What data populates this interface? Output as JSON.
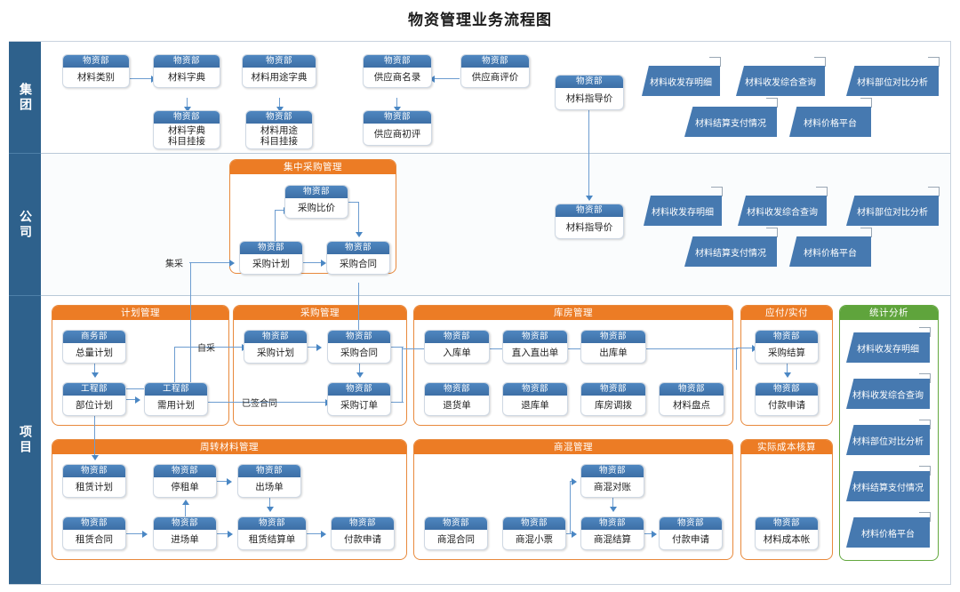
{
  "title": "物资管理业务流程图",
  "lanes": [
    {
      "label": "集团"
    },
    {
      "label": "公司"
    },
    {
      "label": "项目"
    }
  ],
  "dept": {
    "wuzi": "物资部",
    "shangwu": "商务部",
    "gongcheng": "工程部"
  },
  "group_lane": {
    "nodes": [
      {
        "dept": "物资部",
        "name": "材料类别"
      },
      {
        "dept": "物资部",
        "name": "材料字典"
      },
      {
        "dept": "物资部",
        "name": "材料用途字典"
      },
      {
        "dept": "物资部",
        "name": "供应商名录"
      },
      {
        "dept": "物资部",
        "name": "供应商评价"
      },
      {
        "dept": "物资部",
        "name": "材料指导价"
      },
      {
        "dept": "物资部",
        "name_l1": "材料字典",
        "name_l2": "科目挂接"
      },
      {
        "dept": "物资部",
        "name_l1": "材料用途",
        "name_l2": "科目挂接"
      },
      {
        "dept": "物资部",
        "name": "供应商初评"
      }
    ],
    "reports": [
      "材料收发存明细",
      "材料收发综合查询",
      "材料部位对比分析",
      "材料结算支付情况",
      "材料价格平台"
    ]
  },
  "company_lane": {
    "panel": {
      "title": "集中采购管理"
    },
    "nodes": [
      {
        "dept": "物资部",
        "name": "采购比价"
      },
      {
        "dept": "物资部",
        "name": "采购计划"
      },
      {
        "dept": "物资部",
        "name": "采购合同"
      },
      {
        "dept": "物资部",
        "name": "材料指导价"
      }
    ],
    "edge_labels": [
      "集采"
    ],
    "reports": [
      "材料收发存明细",
      "材料收发综合查询",
      "材料部位对比分析",
      "材料结算支付情况",
      "材料价格平台"
    ]
  },
  "project_lane": {
    "panels": [
      {
        "title": "计划管理",
        "nodes": [
          {
            "dept": "商务部",
            "name": "总量计划"
          },
          {
            "dept": "工程部",
            "name": "部位计划"
          },
          {
            "dept": "工程部",
            "name": "需用计划"
          }
        ]
      },
      {
        "title": "采购管理",
        "nodes": [
          {
            "dept": "物资部",
            "name": "采购计划"
          },
          {
            "dept": "物资部",
            "name": "采购合同"
          },
          {
            "dept": "物资部",
            "name": "采购订单"
          }
        ]
      },
      {
        "title": "库房管理",
        "nodes": [
          {
            "dept": "物资部",
            "name": "入库单"
          },
          {
            "dept": "物资部",
            "name": "直入直出单"
          },
          {
            "dept": "物资部",
            "name": "出库单"
          },
          {
            "dept": "物资部",
            "name": "退货单"
          },
          {
            "dept": "物资部",
            "name": "退库单"
          },
          {
            "dept": "物资部",
            "name": "库房调拨"
          },
          {
            "dept": "物资部",
            "name": "材料盘点"
          }
        ]
      },
      {
        "title": "应付/实付",
        "nodes": [
          {
            "dept": "物资部",
            "name": "采购结算"
          },
          {
            "dept": "物资部",
            "name": "付款申请"
          }
        ]
      },
      {
        "title": "统计分析",
        "reports": [
          "材料收发存明细",
          "材料收发综合查询",
          "材料部位对比分析",
          "材料结算支付情况",
          "材料价格平台"
        ]
      },
      {
        "title": "周转材料管理",
        "nodes": [
          {
            "dept": "物资部",
            "name": "租赁计划"
          },
          {
            "dept": "物资部",
            "name": "停租单"
          },
          {
            "dept": "物资部",
            "name": "出场单"
          },
          {
            "dept": "物资部",
            "name": "租赁合同"
          },
          {
            "dept": "物资部",
            "name": "进场单"
          },
          {
            "dept": "物资部",
            "name": "租赁结算单"
          },
          {
            "dept": "物资部",
            "name": "付款申请"
          }
        ]
      },
      {
        "title": "商混管理",
        "nodes": [
          {
            "dept": "物资部",
            "name": "商混对账"
          },
          {
            "dept": "物资部",
            "name": "商混合同"
          },
          {
            "dept": "物资部",
            "name": "商混小票"
          },
          {
            "dept": "物资部",
            "name": "商混结算"
          },
          {
            "dept": "物资部",
            "name": "付款申请"
          }
        ]
      },
      {
        "title": "实际成本核算",
        "nodes": [
          {
            "dept": "物资部",
            "name": "材料成本帐"
          }
        ]
      }
    ],
    "edge_labels": [
      "自采",
      "已签合同"
    ]
  },
  "colors": {
    "lane_strip": "#2e618c",
    "node_header": "#4579ad",
    "panel_orange": "#ec7c25",
    "panel_green": "#5fa43c",
    "report_fill": "#4679b0",
    "connector": "#6d9dd0"
  }
}
